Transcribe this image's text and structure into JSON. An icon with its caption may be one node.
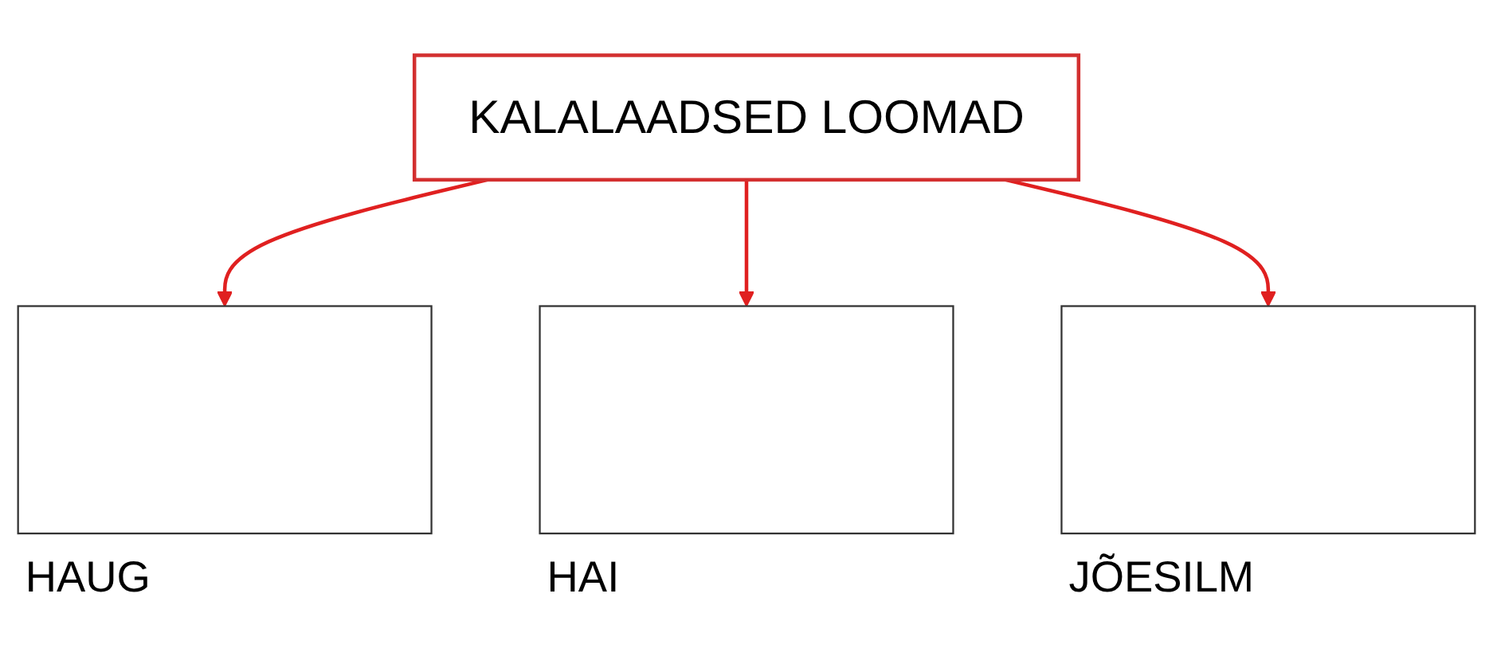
{
  "diagram": {
    "nodes": [
      {
        "text": [
          "KALALAADSED LOOMAD"
        ]
      },
      {
        "text": [],
        "shape": "box",
        "beside": [
          "HAUG"
        ]
      },
      {
        "text": [],
        "shape": "box",
        "beside": [
          "HAI"
        ]
      },
      {
        "text": [],
        "shape": "box",
        "beside": [
          "JÕESILM"
        ]
      }
    ],
    "edges": [
      {
        "from": 0,
        "to": 1,
        "arrow": "to"
      },
      {
        "from": 0,
        "to": 2,
        "arrow": "to"
      },
      {
        "from": 0,
        "to": 3,
        "arrow": "to"
      }
    ]
  }
}
